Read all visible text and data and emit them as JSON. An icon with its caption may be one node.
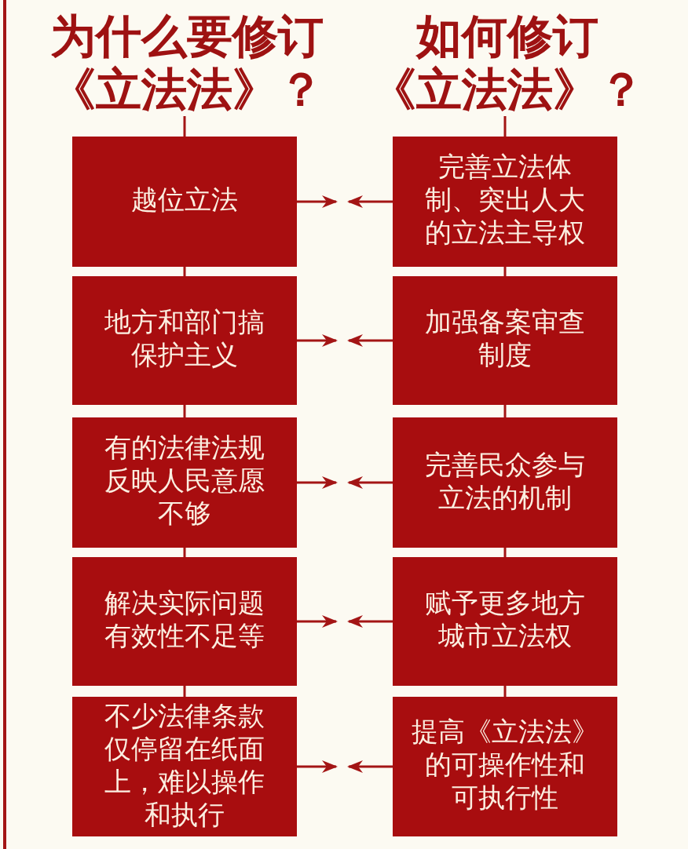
{
  "diagram": {
    "nodes": [
      {
        "text": [
          "为什么要修订《立法法》？"
        ]
      },
      {
        "text": [
          "如何修订《立法法》？"
        ]
      },
      {
        "text": [
          "越位立法"
        ]
      },
      {
        "text": [
          "完善立法体制、突出人大的立法主导权"
        ]
      },
      {
        "text": [
          "地方和部门搞保护主义"
        ]
      },
      {
        "text": [
          "加强备案审查制度"
        ]
      },
      {
        "text": [
          "有的法律法规反映人民意愿不够"
        ]
      },
      {
        "text": [
          "完善民众参与立法的机制"
        ]
      },
      {
        "text": [
          "解决实际问题有效性不足等"
        ]
      },
      {
        "text": [
          "赋予更多地方城市立法权"
        ]
      },
      {
        "text": [
          "不少法律条款仅停留在纸面上，难以操作和执行"
        ]
      },
      {
        "text": [
          "提高《立法法》的可操作性和可执行性"
        ]
      }
    ],
    "edges": [
      {
        "from": 0,
        "to": 2,
        "arrow": "none"
      },
      {
        "from": 2,
        "to": 4,
        "arrow": "none"
      },
      {
        "from": 4,
        "to": 6,
        "arrow": "none"
      },
      {
        "from": 6,
        "to": 8,
        "arrow": "none"
      },
      {
        "from": 8,
        "to": 10,
        "arrow": "none"
      },
      {
        "from": 1,
        "to": 3,
        "arrow": "none"
      },
      {
        "from": 3,
        "to": 5,
        "arrow": "none"
      },
      {
        "from": 5,
        "to": 7,
        "arrow": "none"
      },
      {
        "from": 7,
        "to": 9,
        "arrow": "none"
      },
      {
        "from": 9,
        "to": 11,
        "arrow": "none"
      },
      {
        "from": 2,
        "to": null,
        "arrow": "to"
      },
      {
        "from": 3,
        "to": null,
        "arrow": "to"
      },
      {
        "from": 4,
        "to": null,
        "arrow": "to"
      },
      {
        "from": 5,
        "to": null,
        "arrow": "to"
      },
      {
        "from": 6,
        "to": null,
        "arrow": "to"
      },
      {
        "from": 7,
        "to": null,
        "arrow": "to"
      },
      {
        "from": 8,
        "to": null,
        "arrow": "to"
      },
      {
        "from": 9,
        "to": null,
        "arrow": "to"
      },
      {
        "from": 10,
        "to": null,
        "arrow": "to"
      },
      {
        "from": 11,
        "to": null,
        "arrow": "to"
      }
    ]
  }
}
